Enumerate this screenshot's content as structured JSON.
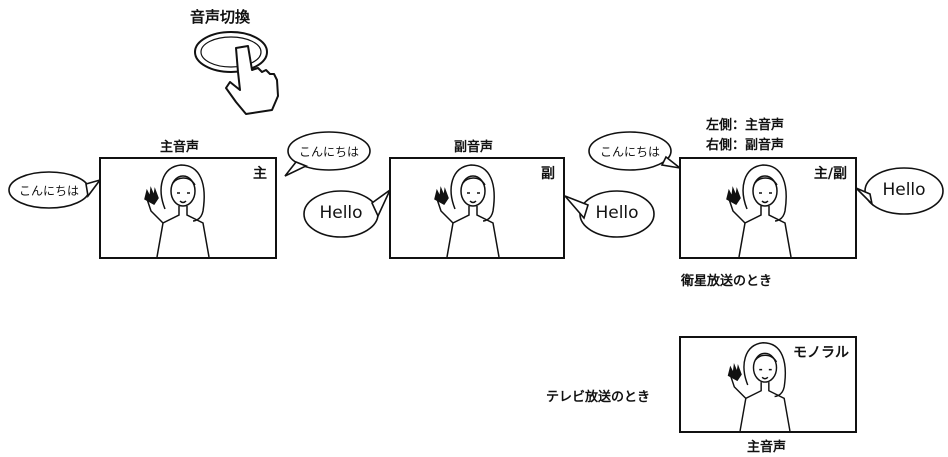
{
  "switch_label": "音声切換",
  "tv_main": {
    "title": "主音声",
    "tag": "主"
  },
  "tv_sub": {
    "title": "副音声",
    "tag": "副"
  },
  "tv_both": {
    "caption_left": "左側：主音声",
    "caption_right": "右側：副音声",
    "tag": "主/副"
  },
  "tv_mono": {
    "tag": "モノラル",
    "title": "主音声"
  },
  "bubbles": {
    "jp": "こんにちは",
    "en": "Hello"
  },
  "captions": {
    "satellite": "衛星放送のとき",
    "terrestrial": "テレビ放送のとき"
  }
}
